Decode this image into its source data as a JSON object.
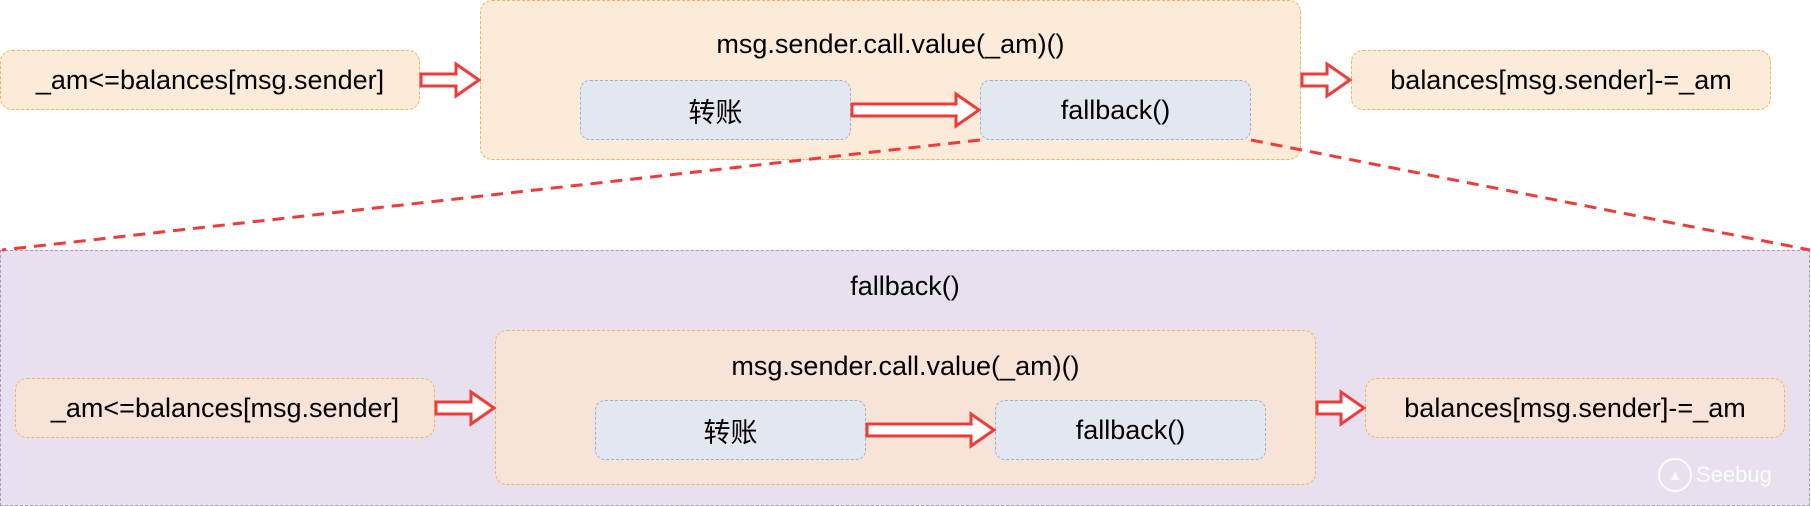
{
  "top": {
    "check_label": "_am<=balances[msg.sender]",
    "call_label": "msg.sender.call.value(_am)()",
    "transfer_label": "转账",
    "fallback_label": "fallback()",
    "update_label": "balances[msg.sender]-=_am"
  },
  "expanded": {
    "title": "fallback()",
    "check_label": "_am<=balances[msg.sender]",
    "call_label": "msg.sender.call.value(_am)()",
    "transfer_label": "转账",
    "fallback_label": "fallback()",
    "update_label": "balances[msg.sender]-=_am"
  },
  "colors": {
    "arrow": "#f03b3b",
    "zoom_line": "#f03b3b"
  },
  "watermark": {
    "text": "Seebug",
    "icon": "seebug-logo-icon"
  }
}
